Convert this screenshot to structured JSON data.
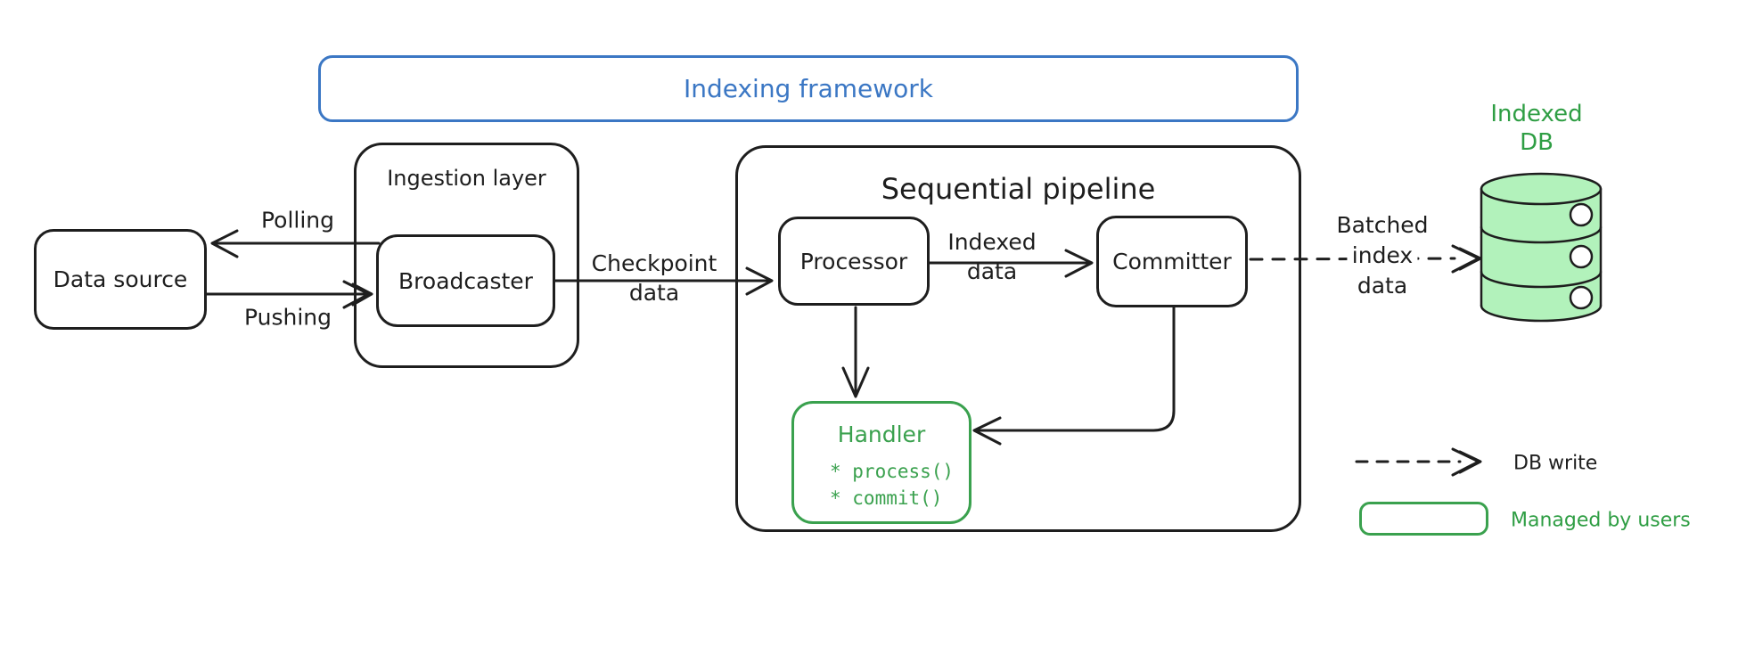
{
  "diagram": {
    "framework_label": "Indexing framework",
    "nodes": {
      "data_source": "Data source",
      "ingestion_layer": "Ingestion layer",
      "broadcaster": "Broadcaster",
      "sequential_pipeline": "Sequential pipeline",
      "processor": "Processor",
      "committer": "Committer",
      "handler": {
        "title": "Handler",
        "methods": [
          "* process()",
          "* commit()"
        ]
      },
      "indexed_db": {
        "line1": "Indexed",
        "line2": "DB"
      }
    },
    "edge_labels": {
      "polling": "Polling",
      "pushing": "Pushing",
      "checkpoint": {
        "line1": "Checkpoint",
        "line2": "data"
      },
      "indexed": {
        "line1": "Indexed",
        "line2": "data"
      },
      "batched": {
        "line1": "Batched",
        "line2": "index",
        "line3": "data"
      }
    },
    "legend": {
      "db_write": "DB write",
      "managed_by_users": "Managed by users"
    },
    "colors": {
      "ink": "#1e1e1e",
      "blue": "#3b77c4",
      "green": "#2f9e44",
      "green_fill": "#b2f2bb"
    }
  }
}
